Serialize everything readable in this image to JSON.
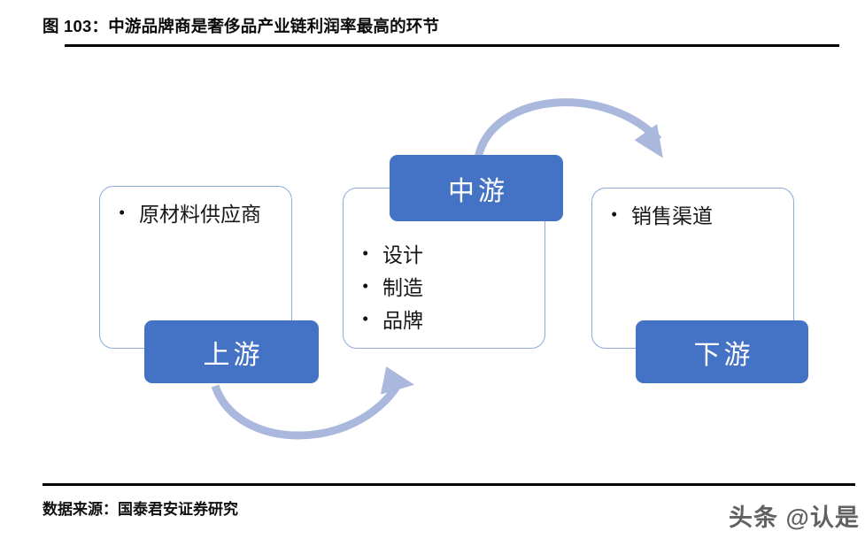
{
  "figure": {
    "title": "图 103：中游品牌商是奢侈品产业链利润率最高的环节",
    "source_note": "数据来源：国泰君安证券研究",
    "watermark": "头条 @认是"
  },
  "colors": {
    "chip_blue": "#4472C4",
    "panel_border_blue": "#8FAADC",
    "arrow_blue": "#A9B8DC",
    "rule_black": "#000000"
  },
  "chart_data": {
    "type": "diagram",
    "title": "图 103：中游品牌商是奢侈品产业链利润率最高的环节",
    "subtype": "value-chain-flow",
    "stages": [
      {
        "id": "upstream",
        "label": "上游",
        "items": [
          "原材料供应商"
        ]
      },
      {
        "id": "midstream",
        "label": "中游",
        "items": [
          "设计",
          "制造",
          "品牌"
        ]
      },
      {
        "id": "downstream",
        "label": "下游",
        "items": [
          "销售渠道"
        ]
      }
    ],
    "flows": [
      {
        "from": "upstream",
        "to": "midstream",
        "style": "curved-arrow-below"
      },
      {
        "from": "midstream",
        "to": "downstream",
        "style": "curved-arrow-above"
      }
    ]
  },
  "diagram": {
    "upstream": {
      "chip_label": "上游",
      "items": [
        "原材料供应商"
      ]
    },
    "midstream": {
      "chip_label": "中游",
      "items": [
        "设计",
        "制造",
        "品牌"
      ]
    },
    "downstream": {
      "chip_label": "下游",
      "items": [
        "销售渠道"
      ]
    },
    "arrows": {
      "upstream_to_midstream": "arrow-upstream-to-midstream",
      "midstream_to_downstream": "arrow-midstream-to-downstream"
    }
  }
}
